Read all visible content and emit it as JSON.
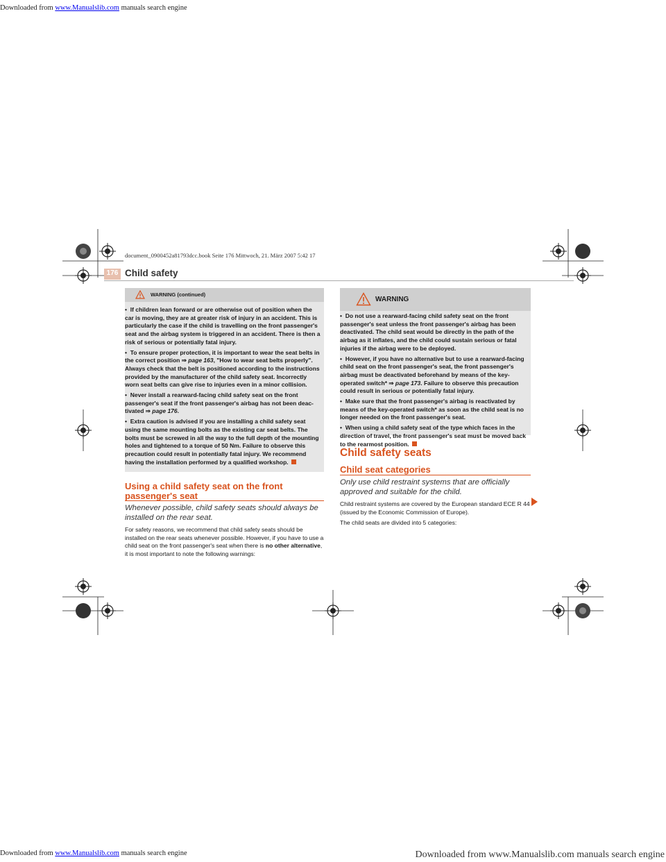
{
  "top_note": {
    "prefix": "Downloaded from ",
    "link": "www.Manualslib.com",
    "suffix": " manuals search engine"
  },
  "file_info": "document_0900452a81793dcc.book  Seite 176  Mittwoch, 21. März 2007  5:42 17",
  "header": {
    "page_number": "176",
    "title": "Child safety"
  },
  "left_warning": {
    "label": "WARNING (continued)",
    "items": [
      {
        "text": "If children lean forward or are otherwise out of position when the car is moving, they are at greater risk of injury in an accident. This is particularly the case if the child is travelling on the front passenger's seat and the airbag system is triggered in an accident. There is then a risk of serious or potentially fatal injury."
      },
      {
        "pre": "To ensure proper protection, it is important to wear the seat belts in the correct position ⇒ ",
        "ref": "page 163",
        "post": ", \"How to wear seat belts properly\". Always check that the belt is positioned according to the instructions provided by the manufacturer of the child safety seat. Incorrectly worn seat belts can give rise to inju­ries even in a minor collision."
      },
      {
        "pre": "Never install a rearward-facing child safety seat on the front passenger's seat if the front passenger's airbag has not been deac­tivated ⇒ ",
        "ref": "page 176",
        "post": "."
      },
      {
        "text": "Extra caution is advised if you are installing a child safety seat using the same mounting bolts as the existing car seat belts. The bolts must be screwed in all the way to the full depth of the mounting holes and tightened to a torque of 50 Nm. Failure to observe this precaution could result in potentially fatal injury. We recommend having the installation performed by a qualified workshop."
      }
    ]
  },
  "section_front_seat": {
    "heading": "Using a child safety seat on the front passenger's seat",
    "lead": "Whenever possible, child safety seats should always be installed on the rear seat.",
    "body_pre": "For safety reasons, we recommend that child safety seats should be installed on the rear seats whenever possible. However, if you have to use a child seat on the front passenger's seat when there is ",
    "body_bold": "no other alternative",
    "body_post": ", it is most important to note the following warn­ings:"
  },
  "right_warning": {
    "label": "WARNING",
    "items": [
      {
        "text": "Do not use a rearward-facing child safety seat on the front passenger's seat unless the front passenger's airbag has been deactivated. The child seat would be directly in the path of the airbag as it inflates, and the child could sustain serious or fatal injuries if the airbag were to be deployed."
      },
      {
        "pre": "However, if you have no alternative but to use a rearward-facing child seat on the front passenger's seat, the front passenger's airbag must be deactivated beforehand by means of the key-operated switch* ⇒ ",
        "ref": "page 173",
        "post": ". Failure to observe this precaution could result in serious or potentially fatal injury."
      },
      {
        "text": "Make sure that the front passenger's airbag is reactivated by means of the key-operated switch* as soon as the child seat is no longer needed on the front passenger's seat."
      },
      {
        "text": "When using a child safety seat of the type which faces in the direction of travel, the front passenger's seat must be moved back to the rearmost position."
      }
    ]
  },
  "section_child_seats": {
    "title": "Child safety seats",
    "subheading": "Child seat categories",
    "lead": "Only use child restraint systems that are officially approved and suitable for the child.",
    "paragraphs": [
      "Child restraint systems are covered by the European standard ECE R 44 (issued by the Economic Commission of Europe).",
      "The child seats are divided into 5 categories:"
    ]
  },
  "bottom_note": {
    "prefix": "Downloaded from ",
    "link": "www.Manualslib.com",
    "suffix": " manuals search engine",
    "right": "Downloaded from www.Manualslib.com manuals search engine"
  },
  "colors": {
    "accent": "#d9531e",
    "warning_bg": "#e6e6e6",
    "warning_header": "#cfcfcf",
    "page_tab": "#e8c0ae"
  },
  "icons": [
    "warning-triangle-icon",
    "continue-arrow-icon",
    "registration-mark-icon",
    "crop-mark-icon"
  ]
}
